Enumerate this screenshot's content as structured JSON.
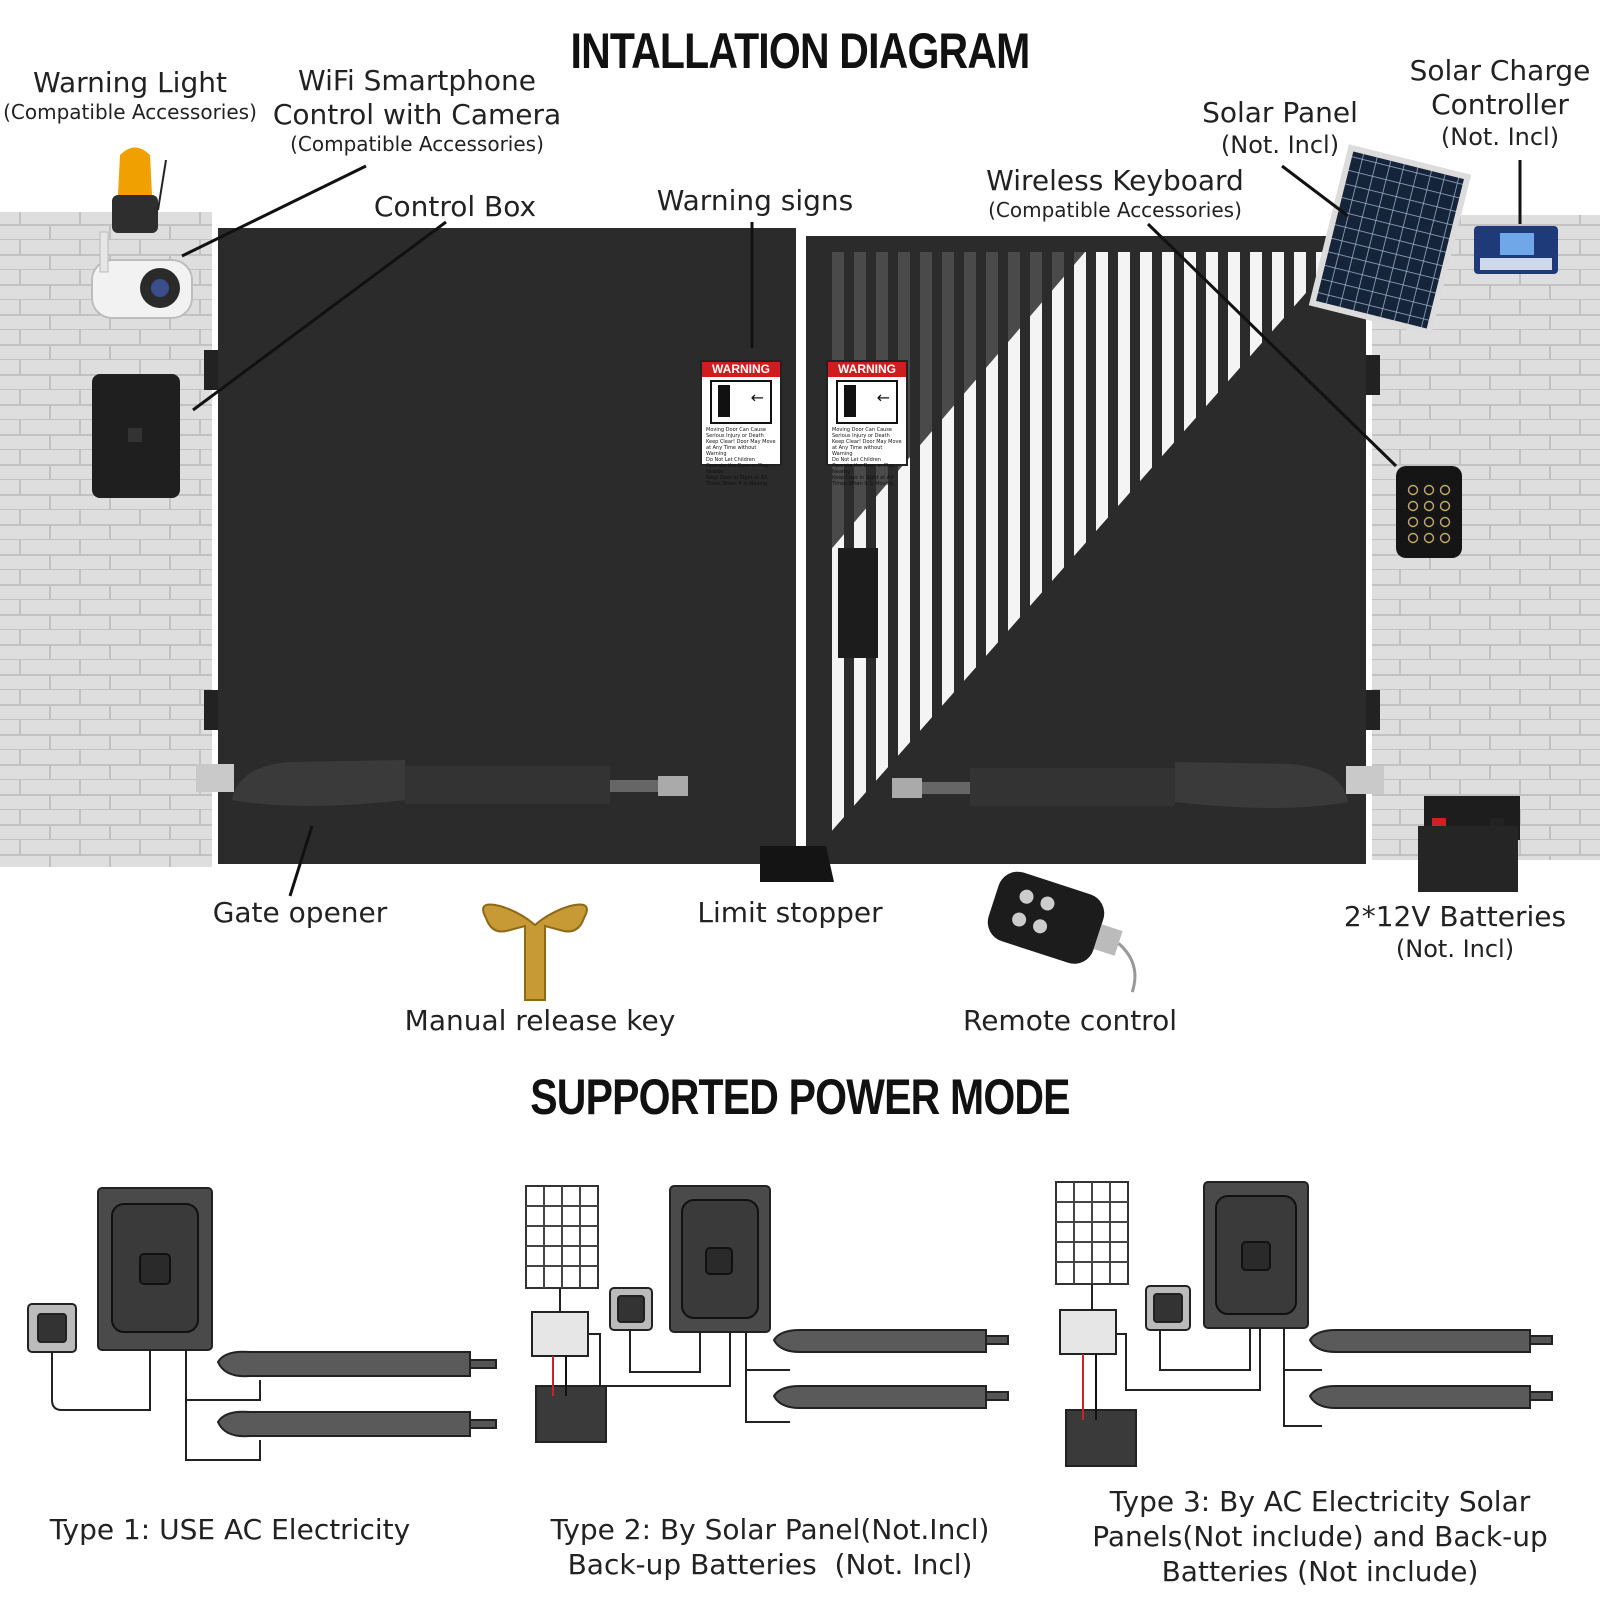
{
  "installation": {
    "title": "INTALLATION DIAGRAM",
    "labels": {
      "warning_light": {
        "main": "Warning Light",
        "note": "(Compatible Accessories)"
      },
      "wifi_control": {
        "line1": "WiFi Smartphone",
        "line2": "Control with Camera",
        "note": "(Compatible Accessories)"
      },
      "control_box": {
        "main": "Control Box"
      },
      "warning_signs": {
        "main": "Warning signs"
      },
      "wireless_keyboard": {
        "main": "Wireless Keyboard",
        "note": "(Compatible Accessories)"
      },
      "solar_panel": {
        "main": "Solar Panel",
        "note": "(Not. Incl)"
      },
      "solar_charge_controller": {
        "line1": "Solar Charge",
        "line2": "Controller",
        "note": "(Not. Incl)"
      },
      "gate_opener": {
        "main": "Gate opener"
      },
      "manual_release_key": {
        "main": "Manual release key"
      },
      "limit_stopper": {
        "main": "Limit stopper"
      },
      "remote_control": {
        "main": "Remote control"
      },
      "batteries": {
        "main": "2*12V Batteries",
        "note": "(Not. Incl)"
      }
    },
    "warning_sign": {
      "header": "WARNING",
      "heading": "Moving Door Can Cause Serious Injury or Death",
      "bullets": [
        "Keep Clear! Door May Move at Any Time without Warning",
        "Do Not Let Children Operate the Door or Play Nearby",
        "Keep Door in Sight at All Times When It Is Moving"
      ]
    }
  },
  "power_modes": {
    "title": "SUPPORTED POWER MODE",
    "types": [
      {
        "lines": [
          "Type 1: USE AC Electricity"
        ]
      },
      {
        "lines": [
          "Type 2: By Solar Panel(Not.Incl)",
          "Back-up Batteries  (Not. Incl)"
        ]
      },
      {
        "lines": [
          "Type 3: By AC Electricity Solar",
          "Panels(Not include) and Back-up",
          "Batteries (Not include)"
        ]
      }
    ]
  },
  "colors": {
    "gate": "#2b2b2b",
    "wall": "#dcdcdc",
    "warning_red": "#d01c1c",
    "light_amber": "#f0a000"
  }
}
